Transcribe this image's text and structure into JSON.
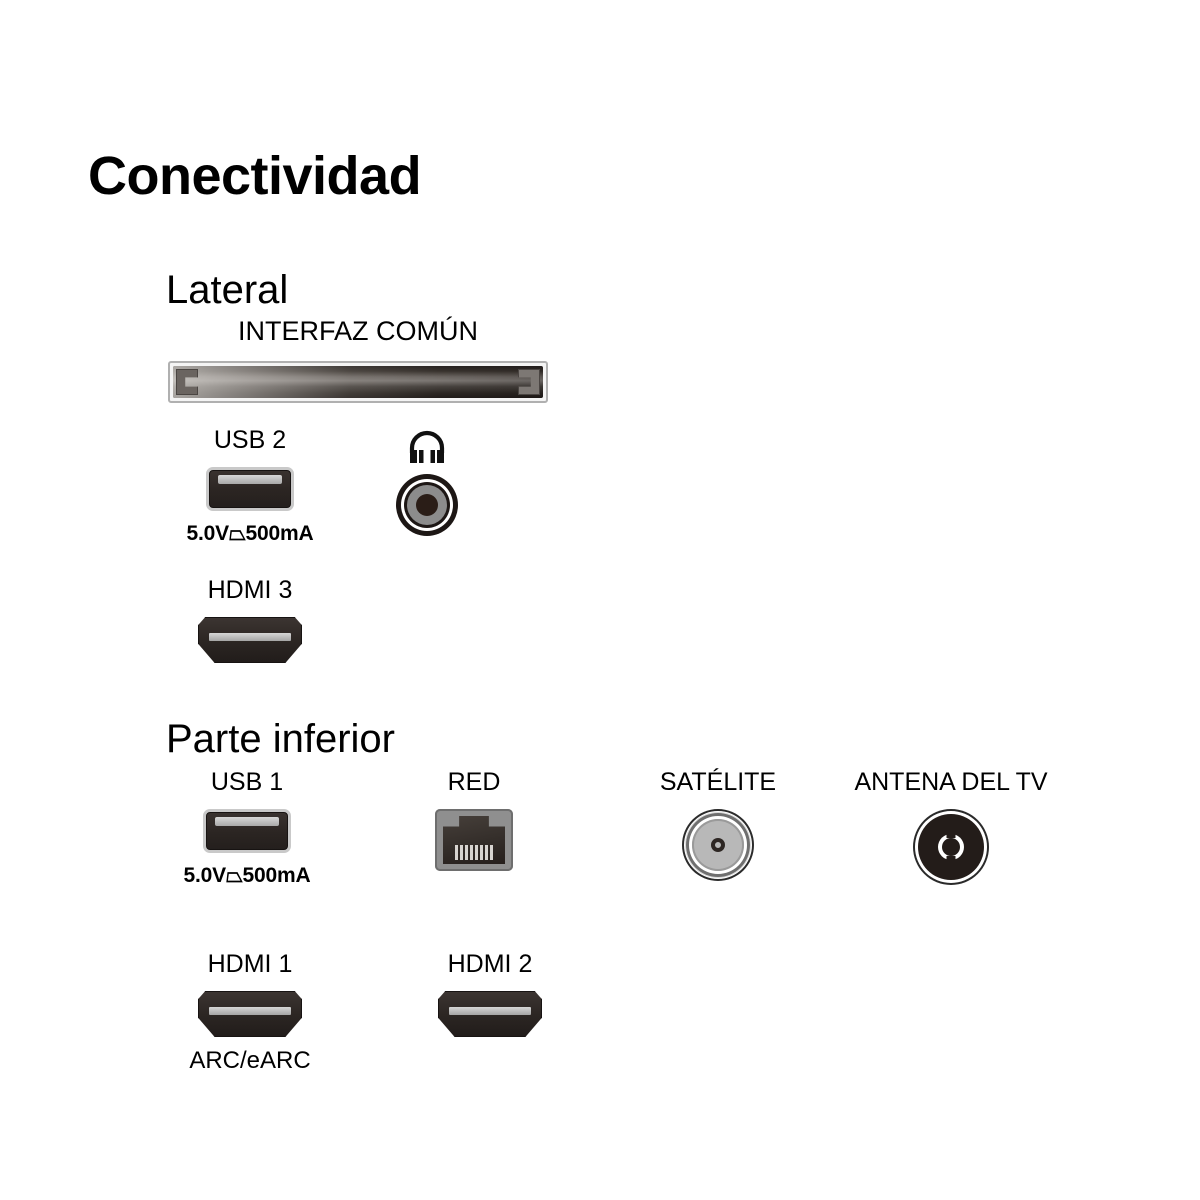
{
  "page": {
    "title": "Conectividad",
    "background_color": "#ffffff",
    "text_color": "#000000"
  },
  "sections": [
    {
      "id": "lateral",
      "title": "Lateral",
      "ports": [
        {
          "id": "common-interface",
          "label": "INTERFAZ COMÚN",
          "sublabel": "",
          "icon": "ci-slot-icon"
        },
        {
          "id": "usb2",
          "label": "USB 2",
          "sublabel": "5.0V⏢500mA",
          "icon": "usb-port-icon"
        },
        {
          "id": "headphone",
          "label": "",
          "sublabel": "",
          "icon": "headphone-jack-icon"
        },
        {
          "id": "hdmi3",
          "label": "HDMI 3",
          "sublabel": "",
          "icon": "hdmi-port-icon"
        }
      ]
    },
    {
      "id": "bottom",
      "title": "Parte inferior",
      "ports": [
        {
          "id": "usb1",
          "label": "USB 1",
          "sublabel": "5.0V⏢500mA",
          "icon": "usb-port-icon"
        },
        {
          "id": "network",
          "label": "RED",
          "sublabel": "",
          "icon": "rj45-port-icon"
        },
        {
          "id": "satellite",
          "label": "SATÉLITE",
          "sublabel": "",
          "icon": "satellite-connector-icon"
        },
        {
          "id": "tv-antenna",
          "label": "ANTENA DEL TV",
          "sublabel": "",
          "icon": "antenna-connector-icon"
        },
        {
          "id": "hdmi1",
          "label": "HDMI 1",
          "sublabel": "ARC/eARC",
          "icon": "hdmi-port-icon"
        },
        {
          "id": "hdmi2",
          "label": "HDMI 2",
          "sublabel": "",
          "icon": "hdmi-port-icon"
        }
      ]
    }
  ]
}
